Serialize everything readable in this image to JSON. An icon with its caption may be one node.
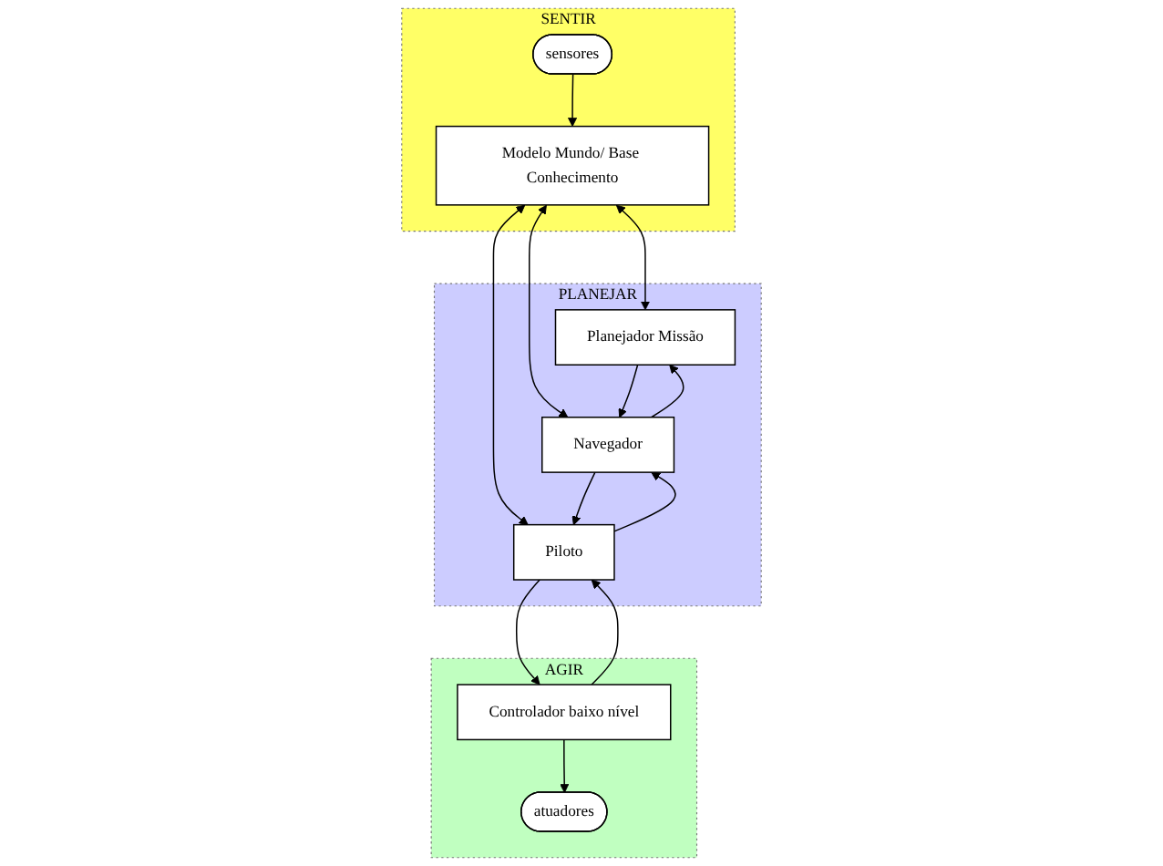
{
  "diagram": {
    "nodes": [
      {
        "text": [
          "SENTIR"
        ]
      },
      {
        "text": [
          "Modelo Mundo/ Base Conhecimento"
        ],
        "in": 0
      },
      {
        "text": [
          "sensores"
        ],
        "in": 0
      },
      {
        "text": [
          "PLANEJAR"
        ]
      },
      {
        "text": [
          "Planejador Missão"
        ],
        "in": 3
      },
      {
        "text": [
          "Navegador"
        ],
        "in": 3
      },
      {
        "text": [
          "Piloto"
        ],
        "in": 3
      },
      {
        "text": [
          "AGIR"
        ]
      },
      {
        "text": [
          "Controlador baixo nível"
        ],
        "in": 7
      },
      {
        "text": [
          "atuadores"
        ],
        "in": 7
      }
    ],
    "edges": [
      {
        "from": 1,
        "to": 4,
        "arrow": "both"
      },
      {
        "from": 1,
        "to": 5,
        "arrow": "both"
      },
      {
        "from": 1,
        "to": 6,
        "arrow": "both"
      },
      {
        "from": 4,
        "to": 5,
        "arrow": "to"
      },
      {
        "from": 5,
        "to": 4,
        "arrow": "to"
      },
      {
        "from": 5,
        "to": 6,
        "arrow": "to"
      },
      {
        "from": 6,
        "to": 5,
        "arrow": "to"
      },
      {
        "from": 6,
        "to": 8,
        "arrow": "to"
      },
      {
        "from": 8,
        "to": 6,
        "arrow": "to"
      },
      {
        "from": 2,
        "to": 1,
        "arrow": "to"
      },
      {
        "from": 8,
        "to": 9,
        "arrow": "to"
      }
    ]
  }
}
